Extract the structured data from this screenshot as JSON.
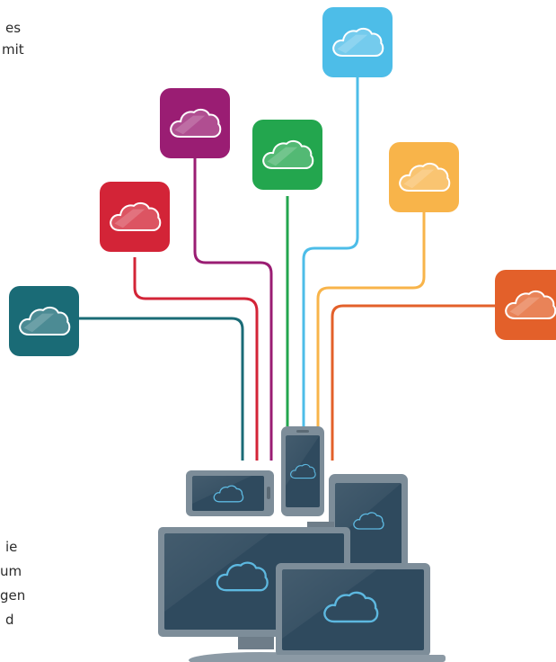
{
  "text": {
    "top_lines": [
      "es",
      "mit"
    ],
    "bottom_lines": [
      "ie",
      "um",
      "gen",
      "d"
    ]
  },
  "icons": [
    {
      "name": "cloud-app-icon-teal",
      "color": "#1a6b76"
    },
    {
      "name": "cloud-app-icon-red",
      "color": "#d32437"
    },
    {
      "name": "cloud-app-icon-purple",
      "color": "#9a1d73"
    },
    {
      "name": "cloud-app-icon-green",
      "color": "#23a64e"
    },
    {
      "name": "cloud-app-icon-blue",
      "color": "#4dbde8"
    },
    {
      "name": "cloud-app-icon-yellow",
      "color": "#f8b44a"
    },
    {
      "name": "cloud-app-icon-orange",
      "color": "#e3602a"
    }
  ],
  "devices": [
    {
      "name": "phone-landscape"
    },
    {
      "name": "phone-portrait"
    },
    {
      "name": "tablet"
    },
    {
      "name": "desktop-monitor"
    },
    {
      "name": "laptop"
    }
  ],
  "colors": {
    "device_frame": "#7d8d99",
    "device_screen": "#2f4a5e",
    "device_screen_light": "#4b6b82",
    "screen_cloud": "#5db8e0"
  }
}
